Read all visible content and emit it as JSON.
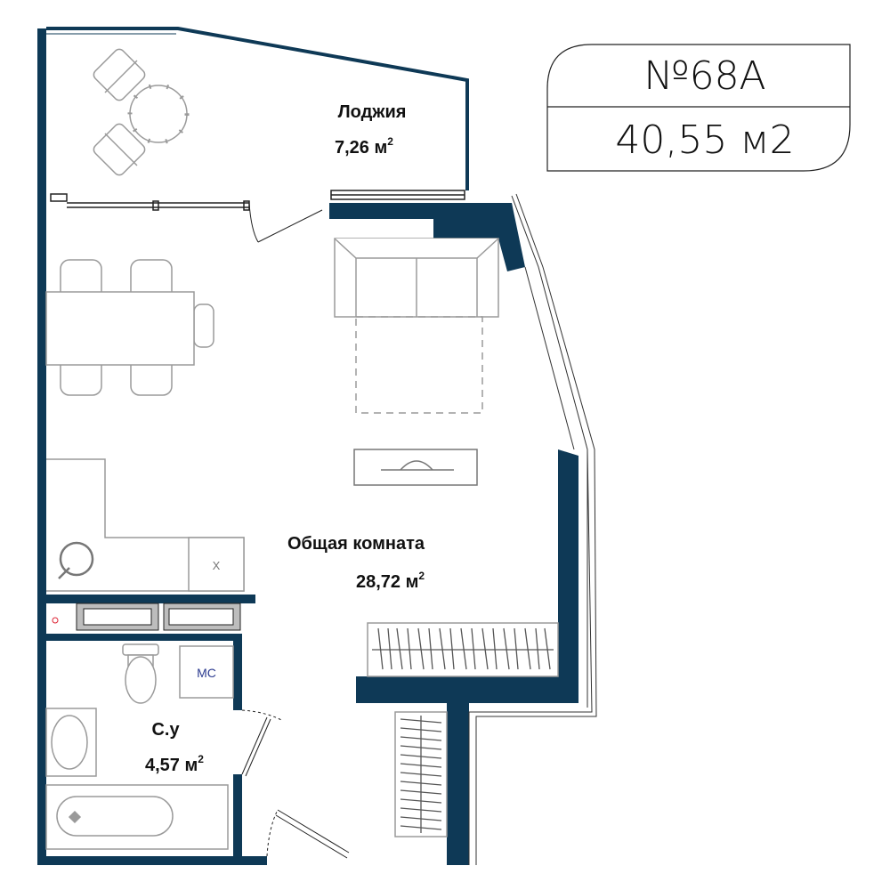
{
  "badge": {
    "apartment_number": "№68А",
    "total_area": "40,55 м2"
  },
  "rooms": {
    "loggia": {
      "name": "Лоджия",
      "area": "7,26 м",
      "sup": "2"
    },
    "living": {
      "name": "Общая комната",
      "area": "28,72 м",
      "sup": "2"
    },
    "bathroom": {
      "name": "С.у",
      "area": "4,57 м",
      "sup": "2"
    }
  },
  "fixtures": {
    "washing_machine": "МС",
    "stove": "Х"
  },
  "colors": {
    "wall": "#0e3956",
    "furniture": "#9a9a9a",
    "outline": "#111111"
  }
}
